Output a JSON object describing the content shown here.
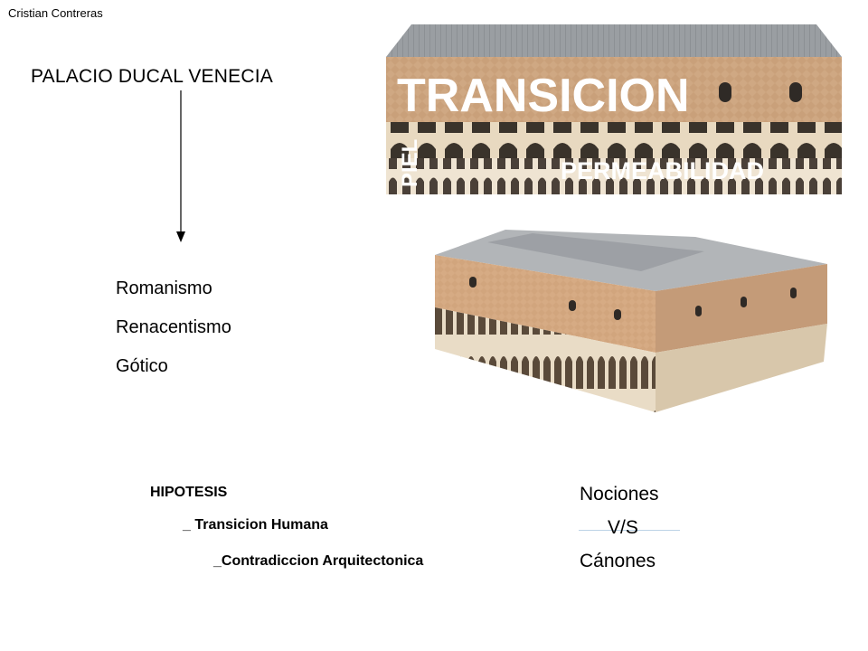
{
  "author": "Cristian Contreras",
  "title": "PALACIO DUCAL VENECIA",
  "styles": [
    "Romanismo",
    "Renacentismo",
    "Gótico"
  ],
  "hypothesis": {
    "title": "HIPOTESIS",
    "items": [
      "_ Transicion Humana",
      "_Contradiccion Arquitectonica"
    ]
  },
  "comparison": {
    "top": "Nociones",
    "middle": "V/S",
    "bottom": "Cánones"
  },
  "facade_image": {
    "overlay_title": "TRANSICION",
    "overlay_side": "PIEL",
    "overlay_bottom": "PERMEABILIDAD"
  },
  "colors": {
    "facade_wall": "#c9a07a",
    "roof": "#9a9ea2",
    "arcade": "#e8d9c0",
    "overlay_text": "#ffffff"
  }
}
